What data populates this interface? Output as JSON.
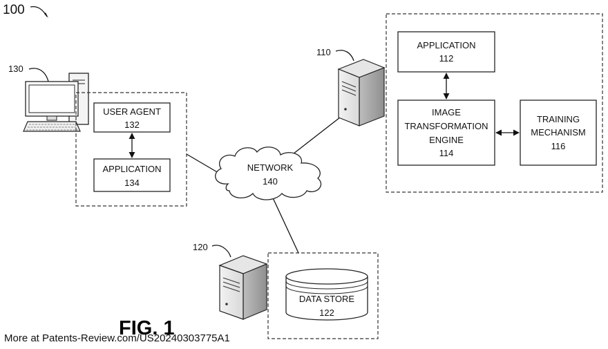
{
  "figure": {
    "ref_100": "100",
    "fig_label": "FIG. 1",
    "watermark": "More at Patents-Review.com/US20240303775A1"
  },
  "client": {
    "ref": "130",
    "user_agent": {
      "name": "USER AGENT",
      "num": "132"
    },
    "application": {
      "name": "APPLICATION",
      "num": "134"
    }
  },
  "server": {
    "ref": "110",
    "application": {
      "name": "APPLICATION",
      "num": "112"
    },
    "engine": {
      "line1": "IMAGE",
      "line2": "TRANSFORMATION",
      "line3": "ENGINE",
      "num": "114"
    },
    "training": {
      "line1": "TRAINING",
      "line2": "MECHANISM",
      "num": "116"
    }
  },
  "network": {
    "name": "NETWORK",
    "num": "140"
  },
  "storage": {
    "ref": "120",
    "data_store": {
      "name": "DATA STORE",
      "num": "122"
    }
  },
  "icons": [
    "computer-icon",
    "server-icon",
    "cloud-icon",
    "database-icon"
  ]
}
